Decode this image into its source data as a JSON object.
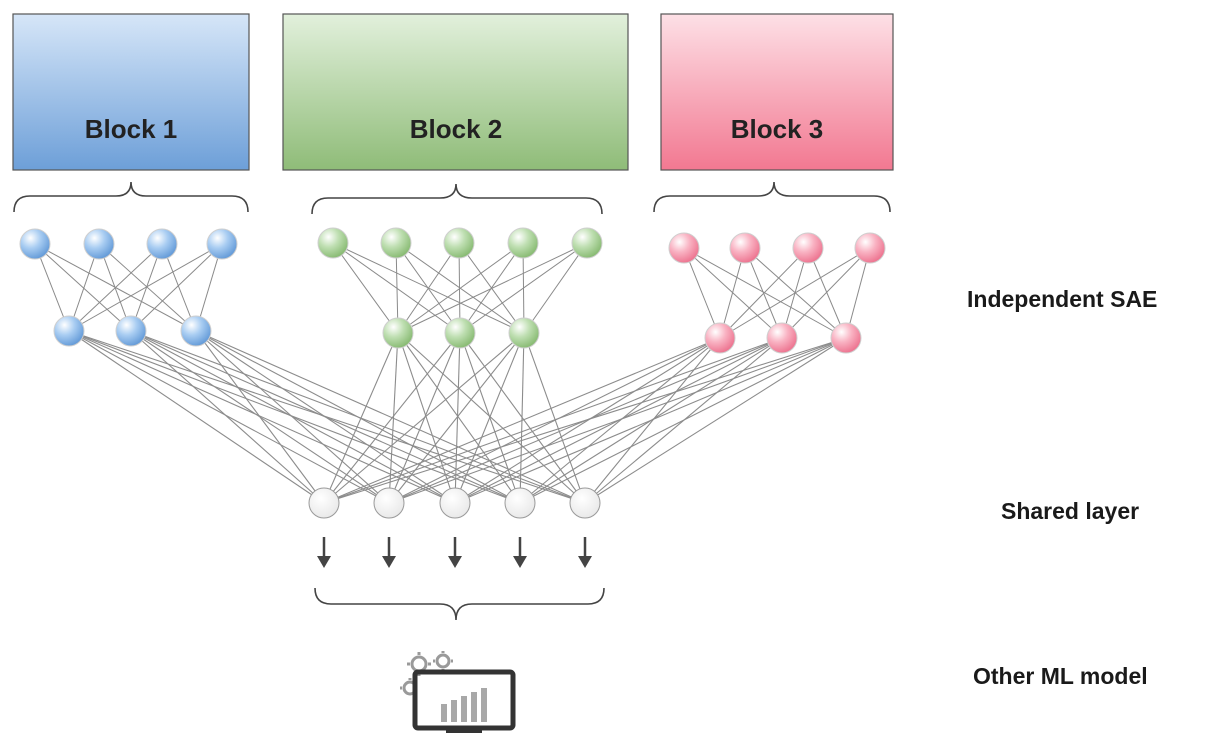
{
  "blocks": [
    {
      "label": "Block 1",
      "color_top": "#d6e6f8",
      "color_bottom": "#6d9fd8",
      "node_color": "#7fb0e6"
    },
    {
      "label": "Block 2",
      "color_top": "#e2f0dc",
      "color_bottom": "#8fbc78",
      "node_color": "#9ccc8a"
    },
    {
      "label": "Block 3",
      "color_top": "#fde0e6",
      "color_bottom": "#f27891",
      "node_color": "#f58aa2"
    }
  ],
  "labels": {
    "independent": "Independent SAE",
    "shared": "Shared layer",
    "model": "Other ML model"
  },
  "icons": {
    "model": "monitor-chart-gears-icon"
  }
}
